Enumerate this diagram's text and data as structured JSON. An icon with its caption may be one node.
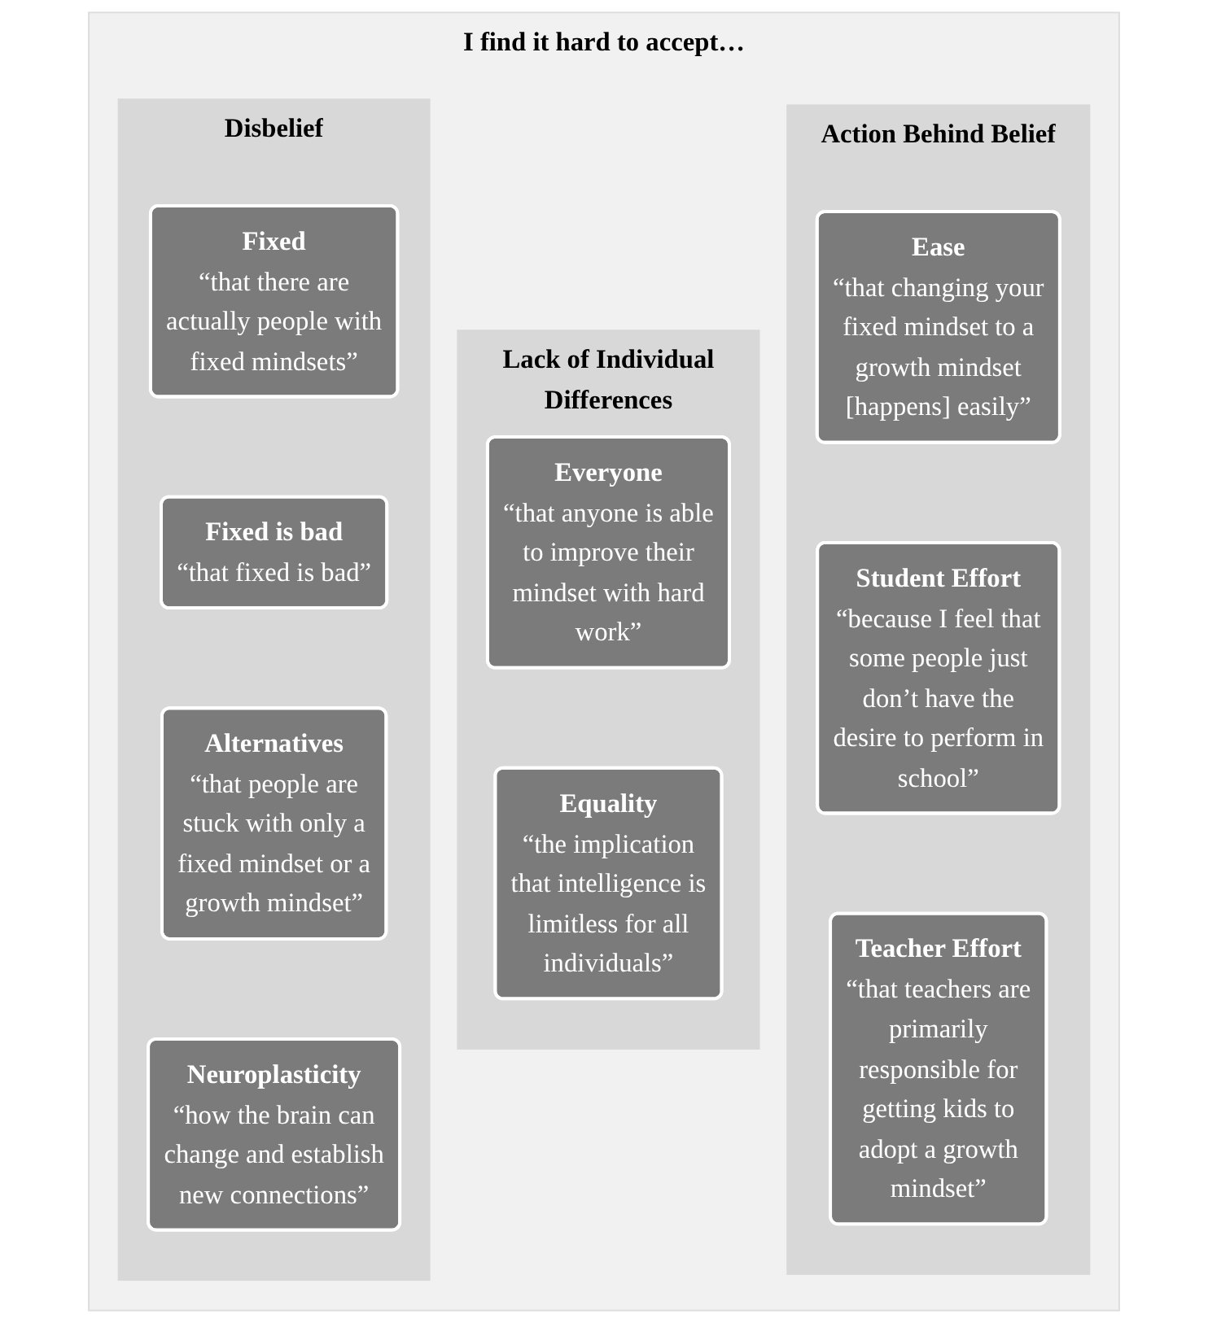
{
  "diagram": {
    "nodes": [
      {
        "text": [
          "I find it hard to accept…"
        ]
      },
      {
        "text": [
          "Disbelief"
        ],
        "in": 0
      },
      {
        "text": [
          "Fixed",
          "“that there are actually people with fixed mindsets”"
        ],
        "in": 1
      },
      {
        "text": [
          "Fixed is bad",
          "“that fixed is bad”"
        ],
        "in": 1
      },
      {
        "text": [
          "Alternatives",
          "“that people are stuck with only a fixed mindset or a growth mindset”"
        ],
        "in": 1
      },
      {
        "text": [
          "Neuroplasticity",
          "“how the brain can change and establish new connections”"
        ],
        "in": 1
      },
      {
        "text": [
          "Lack of Individual Differences"
        ],
        "in": 0
      },
      {
        "text": [
          "Everyone",
          "“that anyone is able to improve their mindset with hard work”"
        ],
        "in": 6
      },
      {
        "text": [
          "Equality",
          "“the implication that intelligence is limitless for all individuals”"
        ],
        "in": 6
      },
      {
        "text": [
          "Action Behind Belief"
        ],
        "in": 0
      },
      {
        "text": [
          "Ease",
          "“that changing your fixed mindset to a growth mindset [happens] easily”"
        ],
        "in": 9
      },
      {
        "text": [
          "Student Effort",
          "“because I feel that some people just don’t have the desire to perform in school”"
        ],
        "in": 9
      },
      {
        "text": [
          "Teacher Effort",
          "“that teachers are primarily responsible for getting kids to adopt a growth mindset”"
        ],
        "in": 9
      }
    ]
  }
}
